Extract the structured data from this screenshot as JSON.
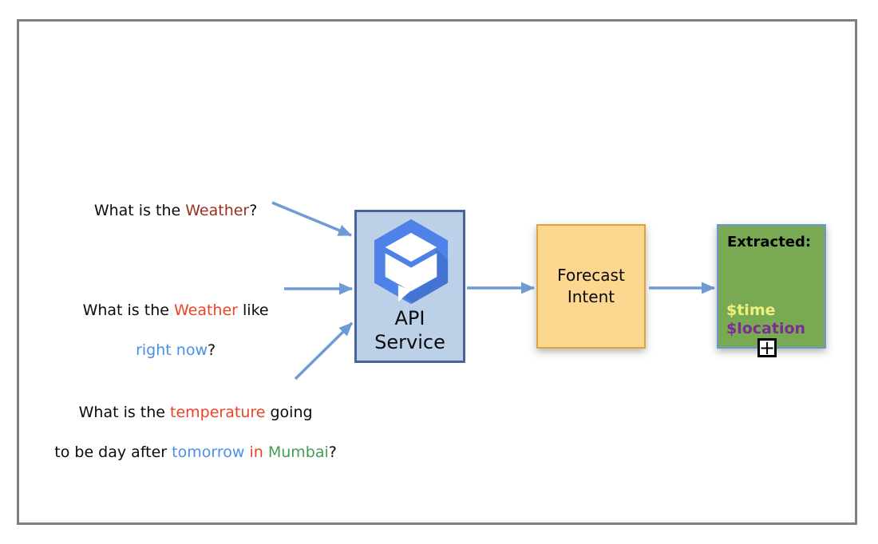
{
  "colors": {
    "arrow": "#6e9ad6",
    "frame": "#7f7f7f",
    "api_box_fill": "#bcd0e8",
    "api_box_border": "#45649e",
    "forecast_fill": "#fbd78f",
    "forecast_border": "#e0a23c",
    "extracted_fill": "#7aa953",
    "extracted_border": "#6b96d8",
    "icon_hex_blue": "#4f82e8",
    "icon_hex_shadow": "#4374d4"
  },
  "questions": [
    {
      "lines": [
        {
          "segments": [
            {
              "text": "What is the ",
              "color": "#0b0b0b"
            },
            {
              "text": "Weather",
              "color": "#9e2e1f"
            },
            {
              "text": "?",
              "color": "#0b0b0b"
            }
          ]
        }
      ]
    },
    {
      "lines": [
        {
          "segments": [
            {
              "text": "What is the ",
              "color": "#0b0b0b"
            },
            {
              "text": "Weather",
              "color": "#ee4226"
            },
            {
              "text": " like",
              "color": "#0b0b0b"
            }
          ]
        },
        {
          "segments": [
            {
              "text": "right now",
              "color": "#4a90e8"
            },
            {
              "text": "?",
              "color": "#0b0b0b"
            }
          ]
        }
      ]
    },
    {
      "lines": [
        {
          "segments": [
            {
              "text": "What is the ",
              "color": "#0b0b0b"
            },
            {
              "text": "temperature",
              "color": "#ee4226"
            },
            {
              "text": " going",
              "color": "#0b0b0b"
            }
          ]
        },
        {
          "segments": [
            {
              "text": "to be day after ",
              "color": "#0b0b0b"
            },
            {
              "text": "tomorrow",
              "color": "#4a90e8"
            },
            {
              "text": " ",
              "color": "#0b0b0b"
            },
            {
              "text": "in",
              "color": "#ee4226"
            },
            {
              "text": " ",
              "color": "#0b0b0b"
            },
            {
              "text": "Mumbai",
              "color": "#3f9e57"
            },
            {
              "text": "?",
              "color": "#0b0b0b"
            }
          ]
        }
      ]
    }
  ],
  "api_box": {
    "label_lines": [
      "API",
      "Service"
    ],
    "icon": "dialogflow-icon"
  },
  "forecast_box": {
    "label_lines": [
      "Forecast",
      "Intent"
    ]
  },
  "extracted_box": {
    "title": "Extracted:",
    "entities": [
      {
        "name": "$time",
        "color": "#edf07e"
      },
      {
        "name": "$location",
        "color": "#7b2d96"
      }
    ],
    "expand_button": "+"
  }
}
